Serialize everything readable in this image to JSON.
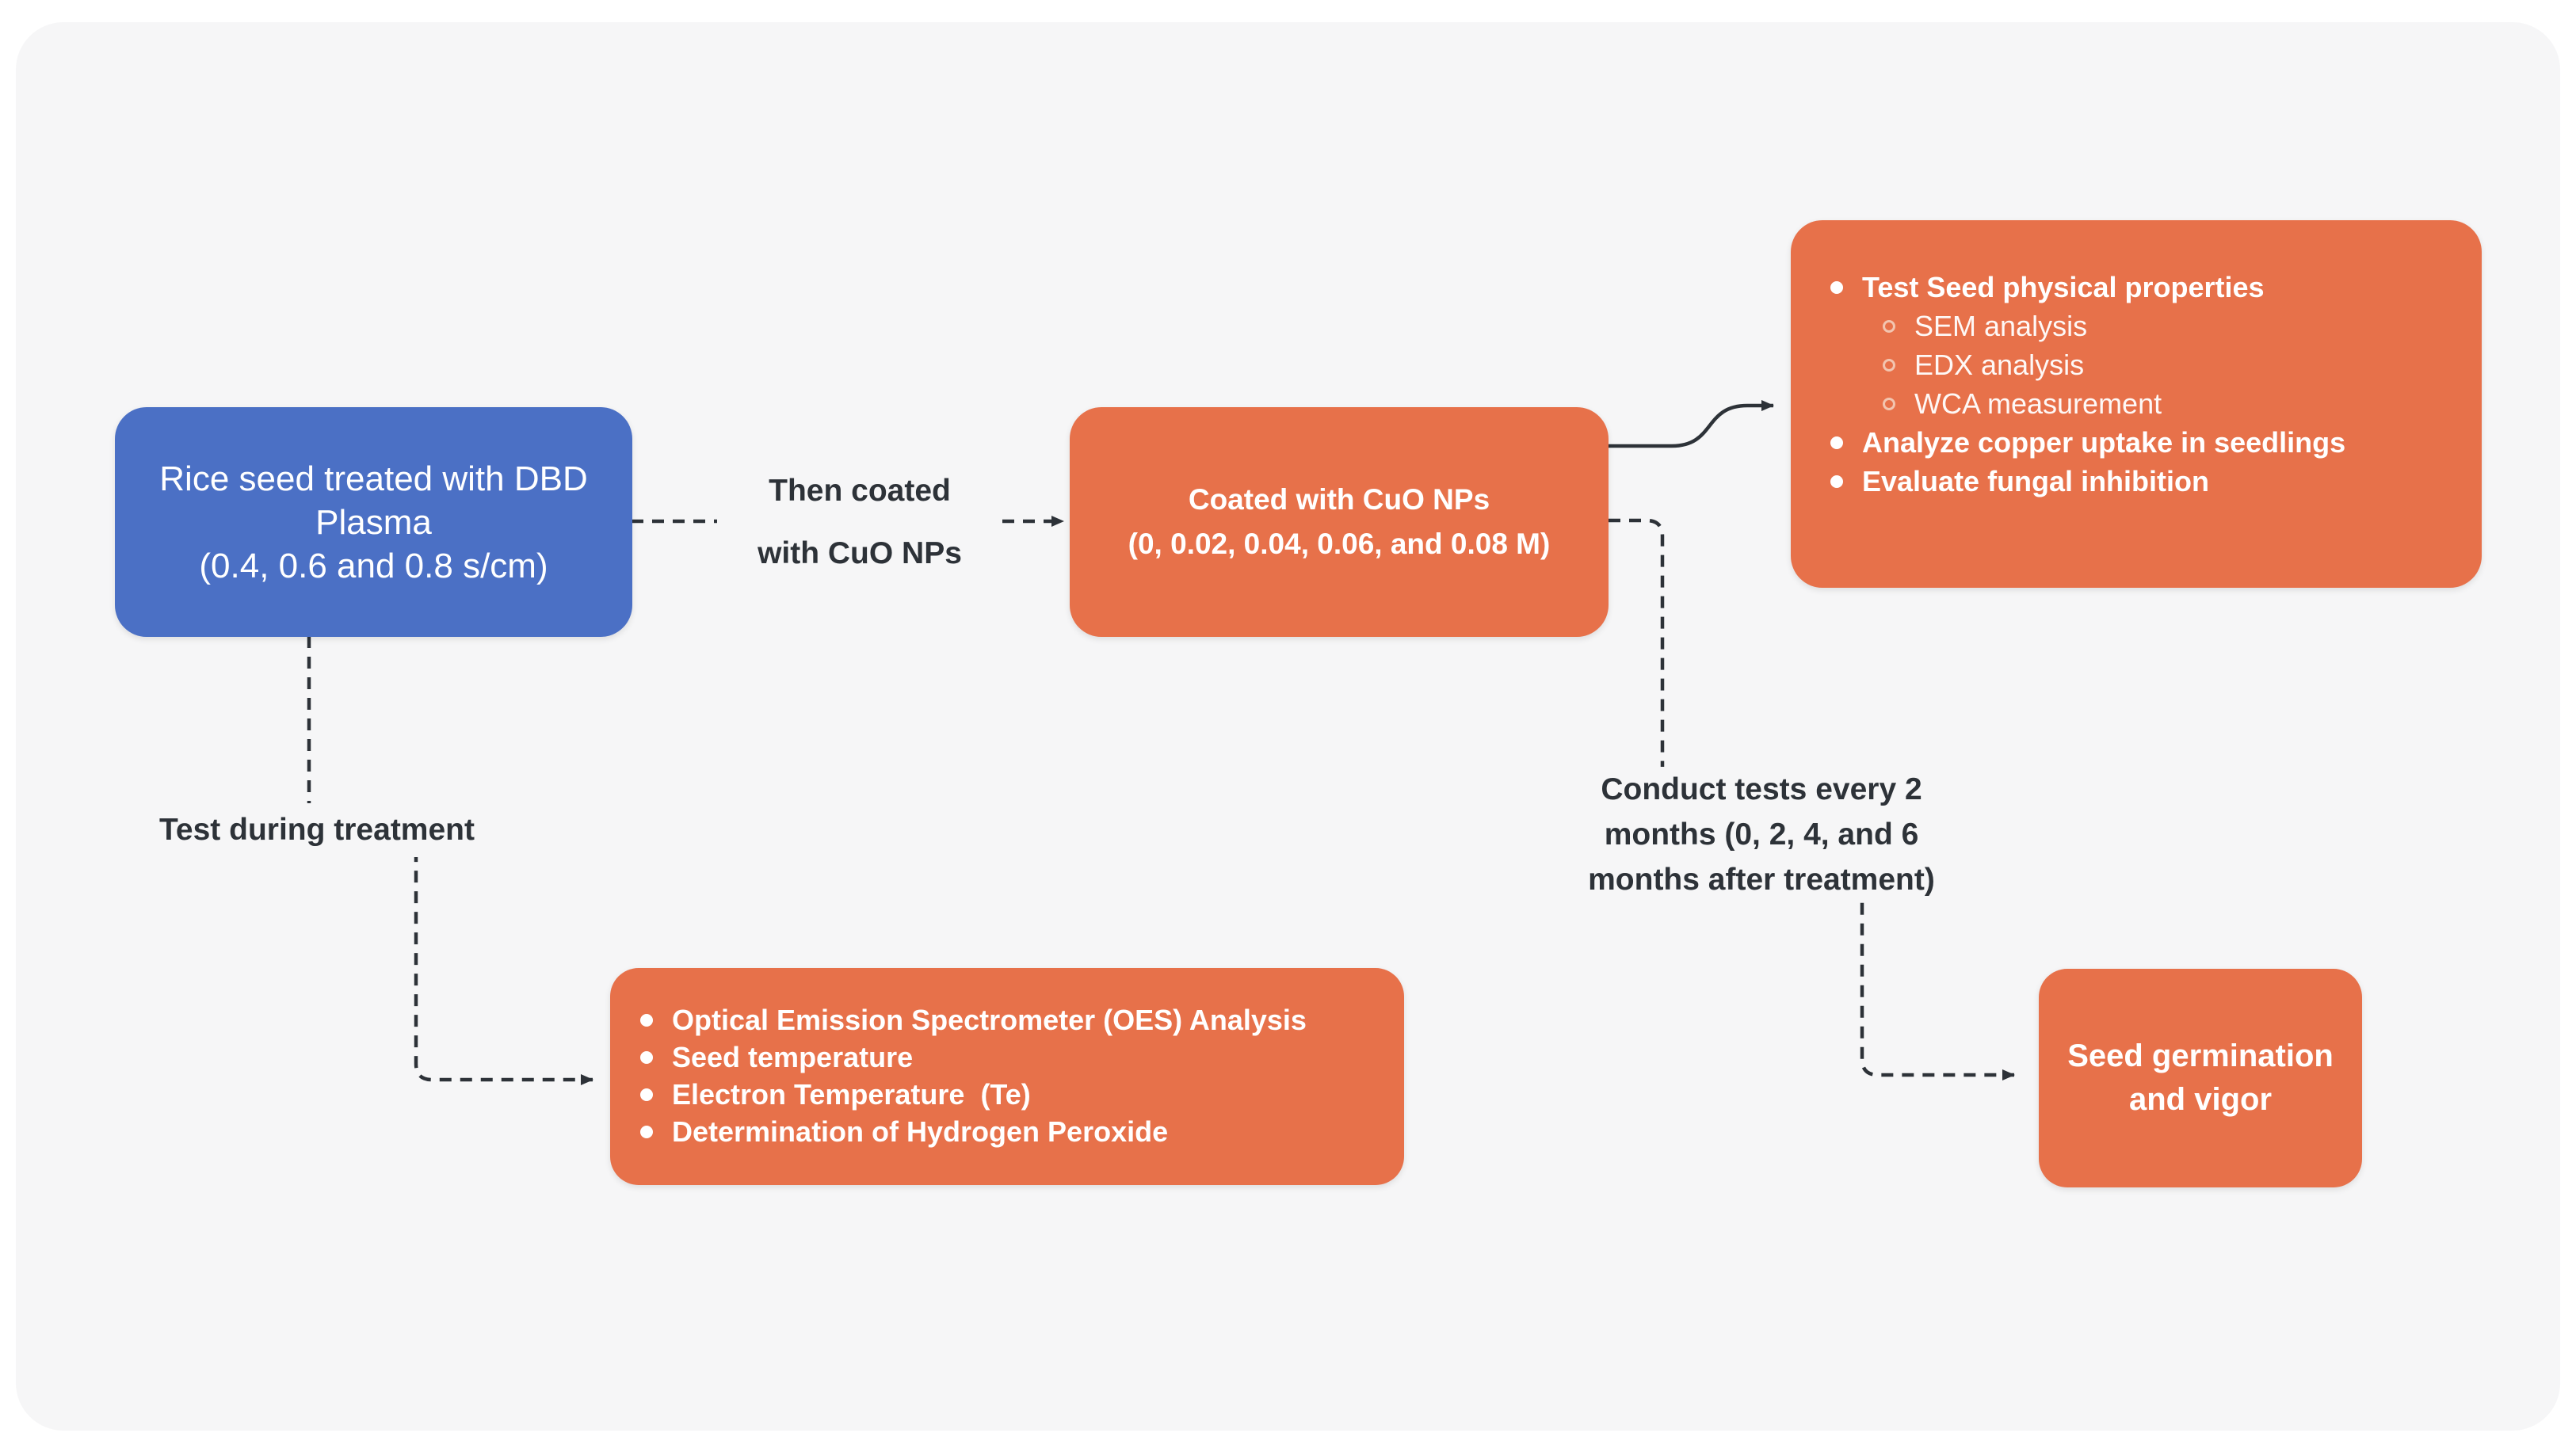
{
  "colors": {
    "background": "#ffffff",
    "panel": "#f6f6f7",
    "blue_node": "#4b70c5",
    "orange_node": "#e7714a",
    "connector": "#2d3238",
    "node_text": "#ffffff",
    "sub_bullet_ring": "#f2c5b0"
  },
  "boxes": {
    "plasma": {
      "lines": [
        "Rice seed treated with DBD",
        "Plasma",
        "(0.4, 0.6 and 0.8 s/cm)"
      ]
    },
    "coated": {
      "lines": [
        "Coated with CuO NPs",
        "(0, 0.02, 0.04, 0.06, and 0.08 M)"
      ]
    },
    "seed_tests": {
      "items": [
        {
          "text": "Test Seed physical properties",
          "level": 1
        },
        {
          "text": "SEM analysis",
          "level": 2
        },
        {
          "text": "EDX analysis",
          "level": 2
        },
        {
          "text": "WCA measurement",
          "level": 2
        },
        {
          "text": "Analyze copper uptake in seedlings",
          "level": 1
        },
        {
          "text": "Evaluate fungal inhibition",
          "level": 1
        }
      ]
    },
    "during_treatment": {
      "items": [
        "Optical Emission Spectrometer (OES) Analysis",
        "Seed temperature",
        "Electron Temperature  (Te)",
        "Determination of Hydrogen Peroxide"
      ]
    },
    "germination": {
      "lines": [
        "Seed germination",
        "and vigor"
      ]
    }
  },
  "labels": {
    "then_coated": {
      "lines": [
        "Then coated",
        "with CuO NPs"
      ]
    },
    "test_during": {
      "text": "Test during treatment"
    },
    "conduct": {
      "lines": [
        "Conduct tests every 2",
        "months (0, 2, 4, and 6",
        "months after treatment)"
      ]
    }
  }
}
